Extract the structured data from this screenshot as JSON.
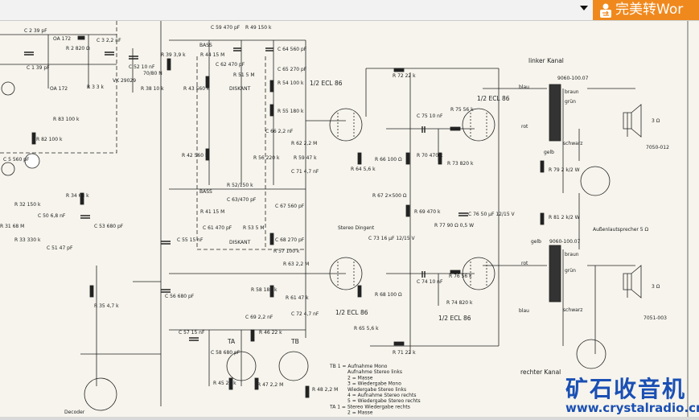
{
  "toolbar": {
    "convert_button": "完美转Wor",
    "dropdown_icon": "triangle-down",
    "convert_icon": "person-convert-icon",
    "accent": "#f0891d"
  },
  "watermark": {
    "title": "矿石收音机",
    "url": "www.crystalradio.cn",
    "color": "#1a4fb4"
  },
  "schematic": {
    "channels": {
      "left": "linker Kanal",
      "right": "rechter Kanal"
    },
    "tubes": {
      "t1": "1/2 ECL 86",
      "t2": "1/2 ECL 86",
      "t3": "1/2 ECL 86",
      "t4": "1/2 ECL 86"
    },
    "transformers": {
      "t_left": "9060-100.07",
      "t_right": "9060-100.07"
    },
    "speakers": {
      "left_id": "7050-012",
      "right_id": "7051-003",
      "left_ohm": "3 Ω",
      "right_ohm": "3 Ω",
      "ext": "Außenlautsprecher 5 Ω"
    },
    "labels": {
      "bass1": "BASS",
      "bass2": "BASS",
      "diskant1": "DISKANT",
      "diskant2": "DISKANT",
      "stereo": "Stereo Dingent",
      "ta": "TA",
      "tb": "TB",
      "decoder": "Decoder",
      "braun1": "braun",
      "gruen1": "grün",
      "blau1": "blau",
      "rot1": "rot",
      "schwarz1": "schwarz",
      "gelb1": "gelb",
      "braun2": "braun",
      "gruen2": "grün",
      "blau2": "blau",
      "rot2": "rot",
      "schwarz2": "schwarz",
      "gelb2": "gelb"
    },
    "components": [
      "C 2 39 pF",
      "OA 172",
      "R 2 820 Ω",
      "C 3 2,2 nF",
      "C 52 10 nF",
      "R 39 3,9 k",
      "70/80 N",
      "R 38 10 k",
      "C 1 39 pF",
      "OA 172",
      "R 3 3 k",
      "VK 29029",
      "R 83 100 k",
      "R 82 100 k",
      "C 5 560 pF",
      "C 59 470 pF",
      "R 49 150 k",
      "R 44 15 M",
      "C 62 470 pF",
      "C 64 560 pF",
      "C 65 270 pF",
      "R 51 5 M",
      "R 43 560 k",
      "R 54 100 k",
      "R 55 180 k",
      "C 66 2,2 nF",
      "R 62 2,2 M",
      "R 56 220 k",
      "R 59 47 k",
      "C 71 4,7 nF",
      "R 42 560 k",
      "R 52/150 k",
      "C 63/470 pF",
      "R 41 15 M",
      "C 61 470 pF",
      "C 67 560 pF",
      "R 53 5 M",
      "C 68 270 pF",
      "C 55 15 nF",
      "R 57 100 k",
      "R 63 2,2 M",
      "C 56 680 pF",
      "R 58 180 k",
      "R 61 47 k",
      "C 72 4,7 nF",
      "C 69 2,2 nF",
      "R 34 68 k",
      "C 53 680 pF",
      "R 32 150 k",
      "C 50 6,8 nF",
      "R 33 330 k",
      "C 51 47 pF",
      "R 31 68 M",
      "R 35 4,7 k",
      "R 72 22 k",
      "C 75 10 nF",
      "R 75 56 k",
      "R 64 5,6 k",
      "R 66 100 Ω",
      "R 70 470 k",
      "R 73 820 k",
      "R 67 2×500 Ω",
      "C 73 16 µF 12/15 V",
      "R 69 470 k",
      "R 77 90 Ω 0,5 W",
      "C 76 50 µF 12/15 V",
      "R 79 2 k/2 W",
      "R 81 2 k/2 W",
      "C 74 10 nF",
      "R 76 56 k",
      "R 74 820 k",
      "R 68 100 Ω",
      "R 65 5,6 k",
      "R 71 22 k",
      "C 57 15 nF",
      "R 46 22 k",
      "C 58 680 pF",
      "R 45 22 k",
      "R 47 2,2 M",
      "R 48 2,2 M"
    ],
    "legend": [
      "TB  1 = Aufnahme  Mono",
      "Aufnahme  Stereo  links",
      "2 = Masse",
      "3 = Wiedergabe  Mono",
      "Wiedergabe  Stereo  links",
      "4 = Aufnahme  Stereo  rechts",
      "5 = Wiedergabe  Stereo  rechts",
      "TA  1 = Stereo  Wiedergabe  rechts",
      "2 = Masse"
    ]
  }
}
